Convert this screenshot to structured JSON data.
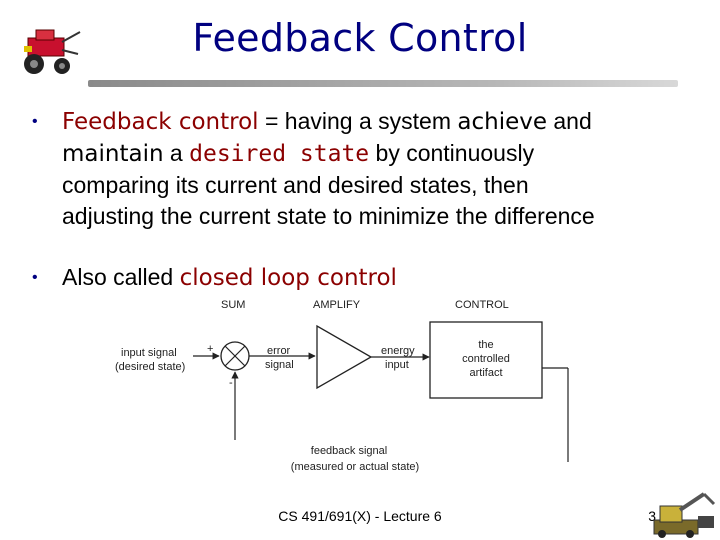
{
  "title": "Feedback Control",
  "bullets": [
    {
      "term": "Feedback control",
      "after_term": " = having a system ",
      "achieve": "achieve",
      "and": " and",
      "maintain": "maintain",
      "a": " a ",
      "desired_state": "desired state",
      "by": " by continuously",
      "line3": "comparing its current and desired states, then",
      "line4": "adjusting the current state to minimize the difference"
    },
    {
      "prefix": "Also called ",
      "term": "closed loop control"
    }
  ],
  "diagram": {
    "sum_label": "SUM",
    "amplify_label": "AMPLIFY",
    "control_label": "CONTROL",
    "input_line1": "input signal",
    "input_line2": "(desired state)",
    "plus": "+",
    "minus": "-",
    "error_line1": "error",
    "error_line2": "signal",
    "energy_line1": "energy",
    "energy_line2": "input",
    "artifact_line1": "the",
    "artifact_line2": "controlled",
    "artifact_line3": "artifact",
    "feedback_line1": "feedback signal",
    "feedback_line2": "(measured or actual state)"
  },
  "footer": "CS 491/691(X) - Lecture 6",
  "page_number": "3",
  "colors": {
    "title": "#000080",
    "emphasis": "#8b0000",
    "bullet": "#000080"
  },
  "icons": [
    "robot-icon",
    "robot-arm-icon"
  ]
}
